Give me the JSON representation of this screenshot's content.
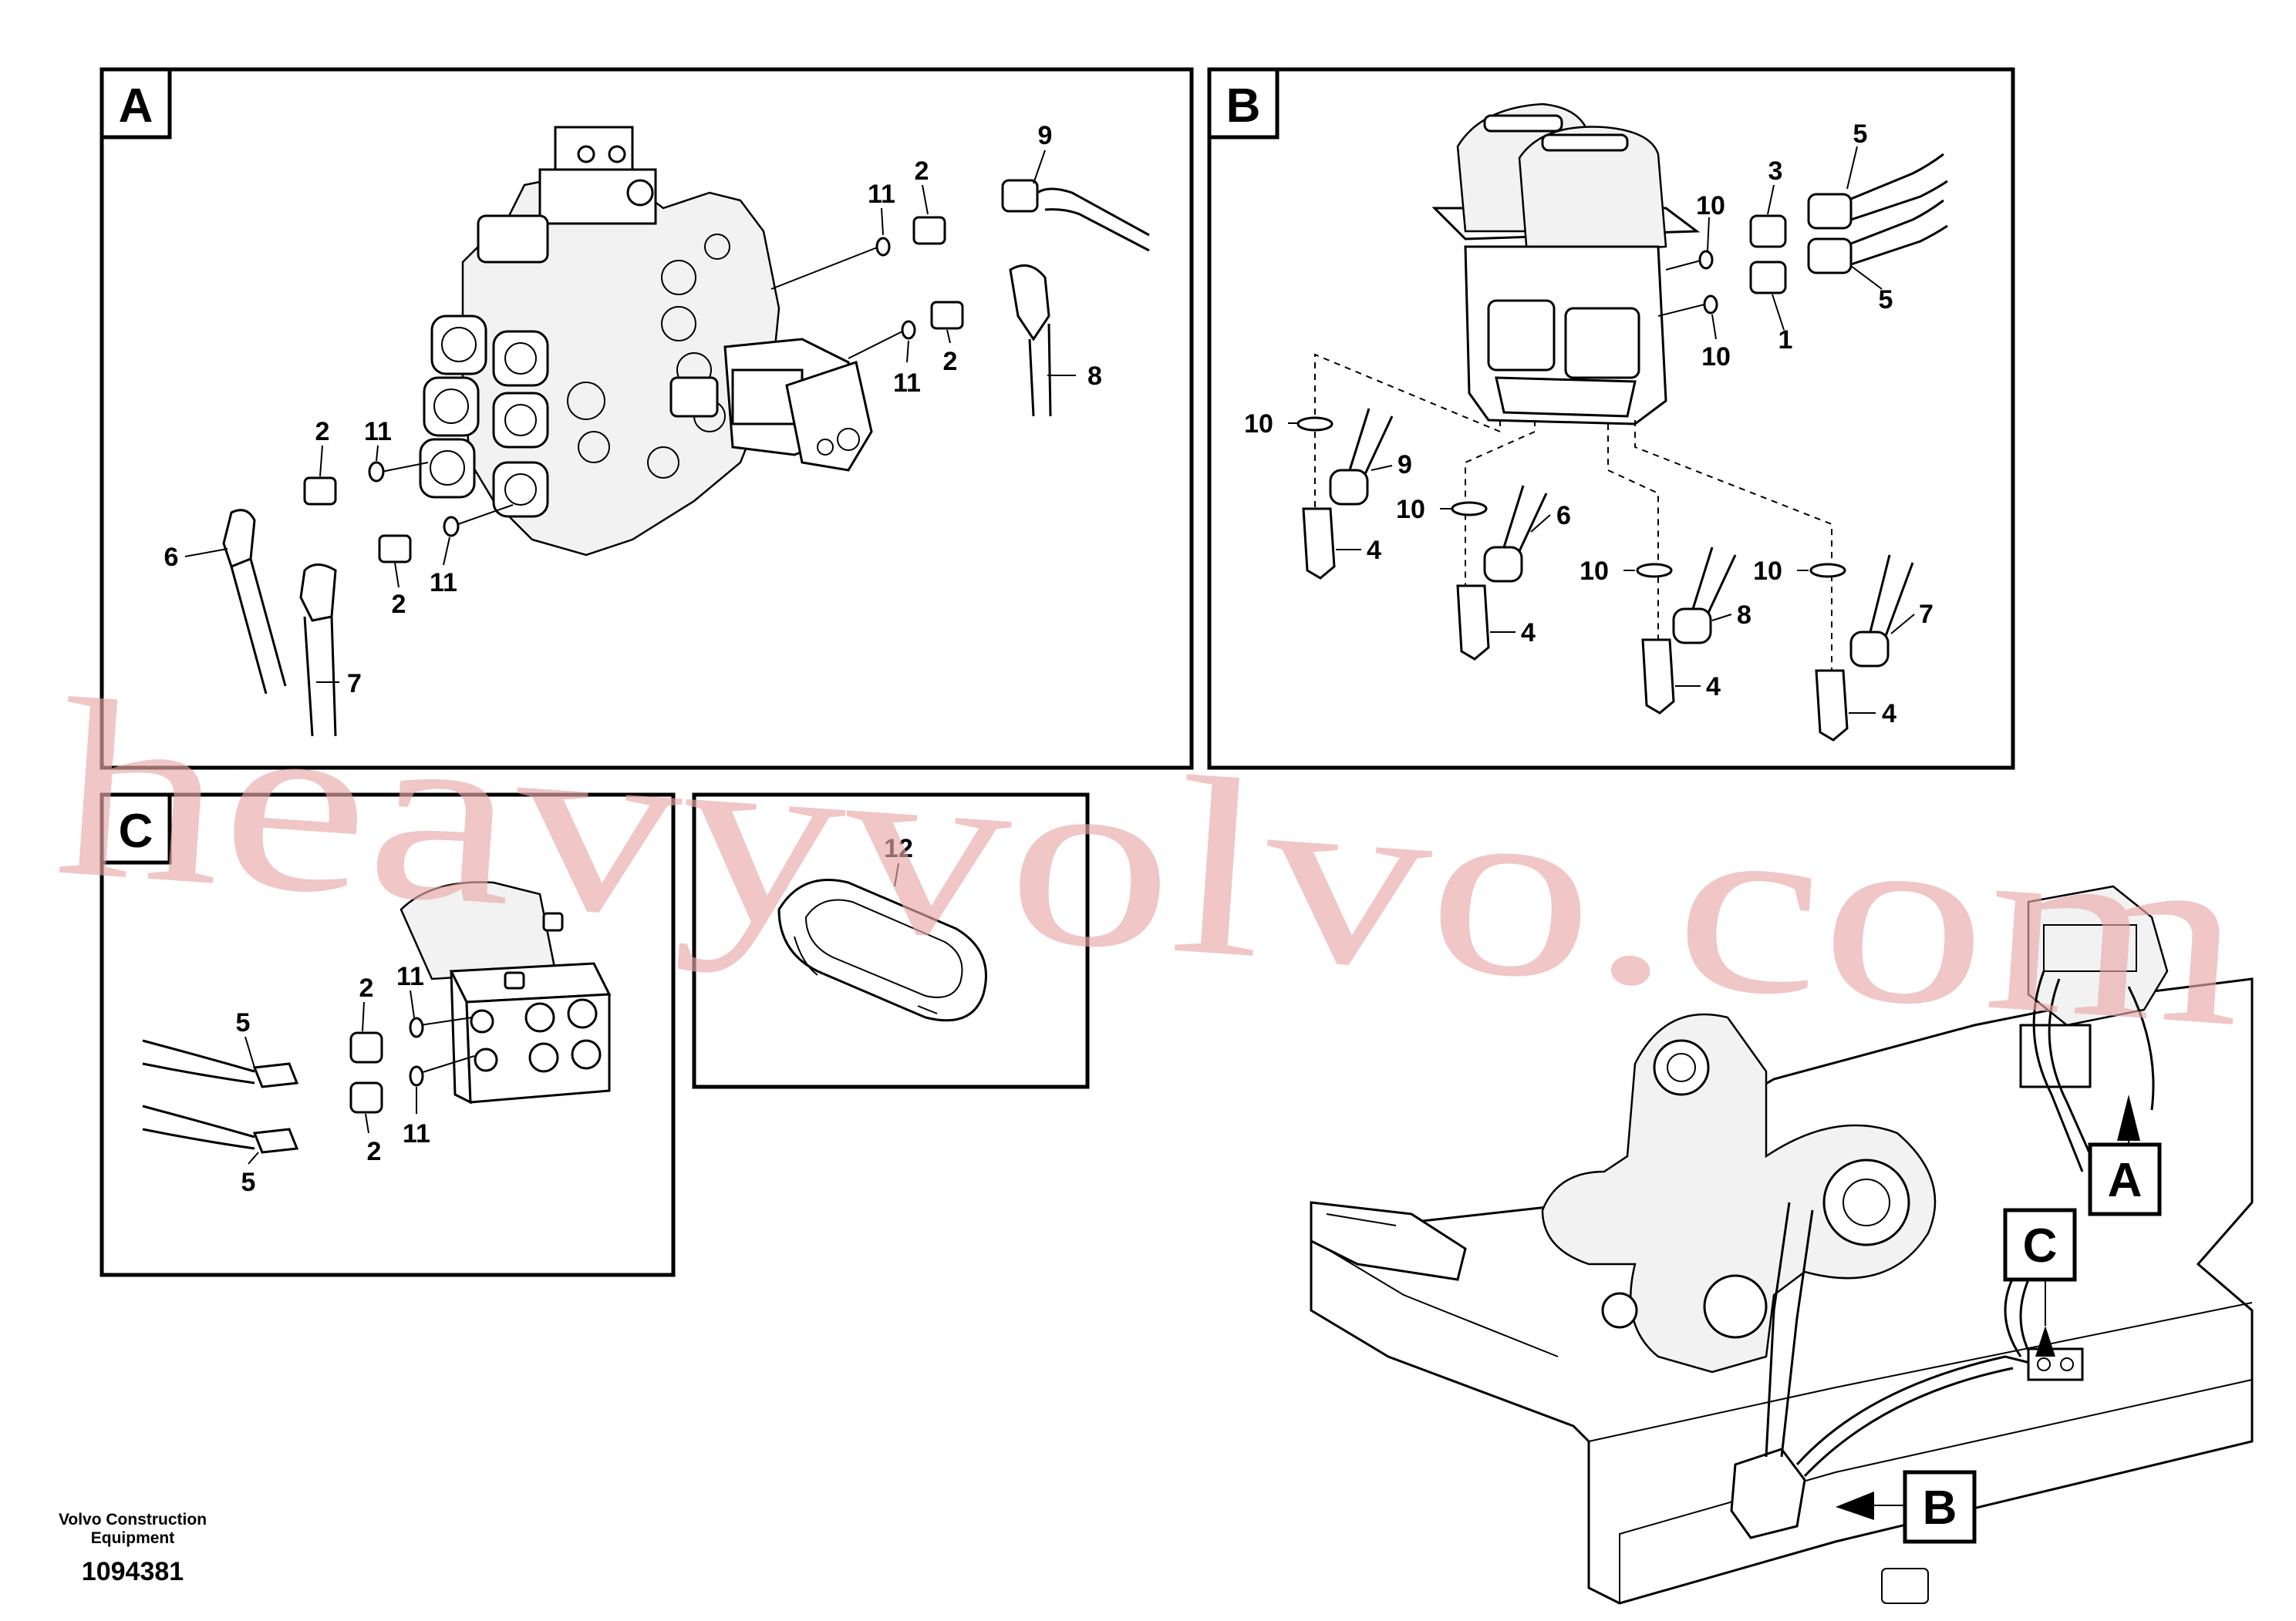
{
  "panels": {
    "A": {
      "label": "A",
      "callouts": {
        "c1": "9",
        "c2": "11",
        "c3": "2",
        "c4": "11",
        "c5": "2",
        "c6": "8",
        "c7": "2",
        "c8": "11",
        "c9": "6",
        "c10": "2",
        "c11": "11",
        "c12": "7"
      }
    },
    "B": {
      "label": "B",
      "callouts": {
        "c1": "5",
        "c2": "3",
        "c3": "10",
        "c4": "5",
        "c5": "1",
        "c6": "10",
        "c7": "10",
        "c8": "9",
        "c9": "4",
        "c10": "10",
        "c11": "6",
        "c12": "4",
        "c13": "10",
        "c14": "8",
        "c15": "4",
        "c16": "10",
        "c17": "7",
        "c18": "4"
      }
    },
    "C": {
      "label": "C",
      "callouts": {
        "c1": "2",
        "c2": "11",
        "c3": "5",
        "c4": "2",
        "c5": "11",
        "c6": "5"
      }
    },
    "D": {
      "callouts": {
        "c1": "12"
      }
    }
  },
  "overview": {
    "label_a": "A",
    "label_b": "B",
    "label_c": "C"
  },
  "footer": {
    "company_line1": "Volvo Construction",
    "company_line2": "Equipment",
    "drawing_number": "1094381"
  },
  "watermark": "heavyvolvo.com"
}
